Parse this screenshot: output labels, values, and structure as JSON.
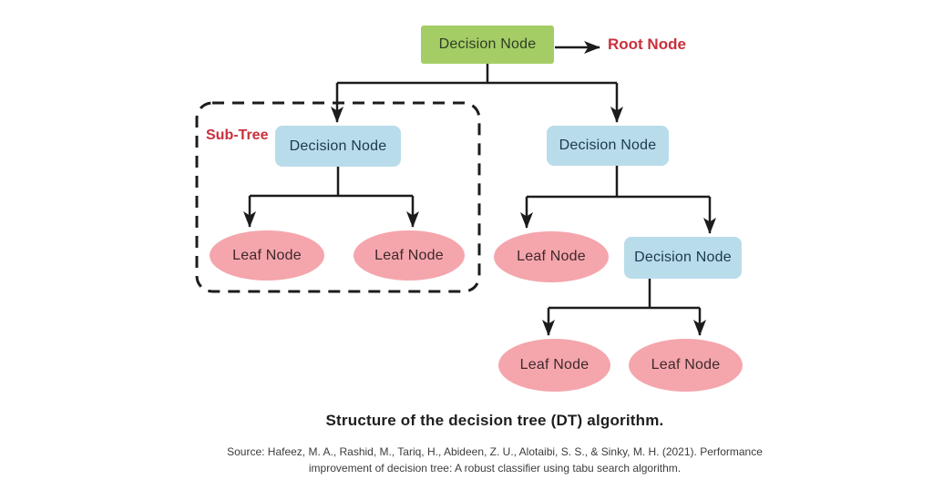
{
  "diagram": {
    "nodes": {
      "root": "Decision Node",
      "root_annotation": "Root Node",
      "subtree_label": "Sub-Tree",
      "left_decision": "Decision Node",
      "right_decision": "Decision Node",
      "subtree_leaf_left": "Leaf Node",
      "subtree_leaf_right": "Leaf Node",
      "right_leaf": "Leaf Node",
      "lower_decision": "Decision Node",
      "bottom_leaf_left": "Leaf Node",
      "bottom_leaf_right": "Leaf Node"
    },
    "colors": {
      "root_fill": "#a5cd66",
      "decision_fill": "#b9dcea",
      "leaf_fill": "#f4a6ac",
      "annotation_red": "#c9303c",
      "subtree_red": "#c23b48",
      "line": "#1c1c1c"
    }
  },
  "caption": "Structure of the decision tree (DT) algorithm.",
  "source": {
    "line1": "Source: Hafeez, M. A., Rashid, M., Tariq, H., Abideen, Z. U., Alotaibi, S. S., & Sinky, M. H. (2021). Performance",
    "line2": "improvement of decision tree: A robust classifier using tabu search algorithm."
  }
}
